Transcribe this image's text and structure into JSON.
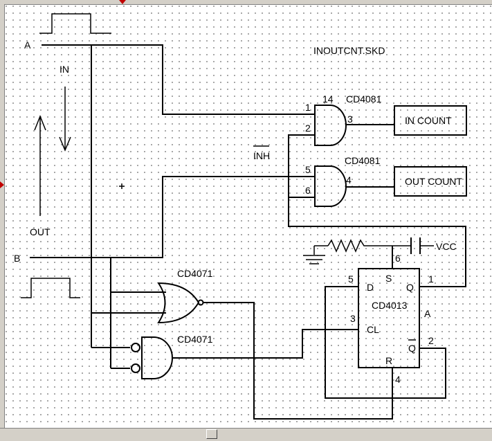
{
  "file_title": "INOUTCNT.SKD",
  "labels": {
    "input_a": "A",
    "input_b": "B",
    "in_arrow": "IN",
    "out_arrow": "OUT",
    "inhibit": "INH",
    "vcc": "VCC",
    "ff_side": "A"
  },
  "parts": {
    "and_upper": "CD4081",
    "and_lower": "CD4081",
    "nor_gate": "CD4071",
    "or_lower": "CD4071",
    "flipflop": "CD4013"
  },
  "outputs": {
    "in_count": "IN COUNT",
    "out_count": "OUT COUNT"
  },
  "pins": {
    "and1_vdd": "14",
    "and1_in1": "1",
    "and1_in2": "2",
    "and1_out": "3",
    "and2_in1": "5",
    "and2_in2": "6",
    "and2_out": "4",
    "ff_s": "6",
    "ff_d": "5",
    "ff_clk": "3",
    "ff_q": "1",
    "ff_qbar": "2",
    "ff_r": "4"
  },
  "ff_pins": {
    "d": "D",
    "s": "S",
    "q": "Q",
    "cl": "CL",
    "qbar": "Q",
    "r": "R"
  },
  "colors": {
    "ruler_marker": "#c00000",
    "chrome": "#d4d0c8",
    "grid_dot": "#7a7a7a"
  }
}
